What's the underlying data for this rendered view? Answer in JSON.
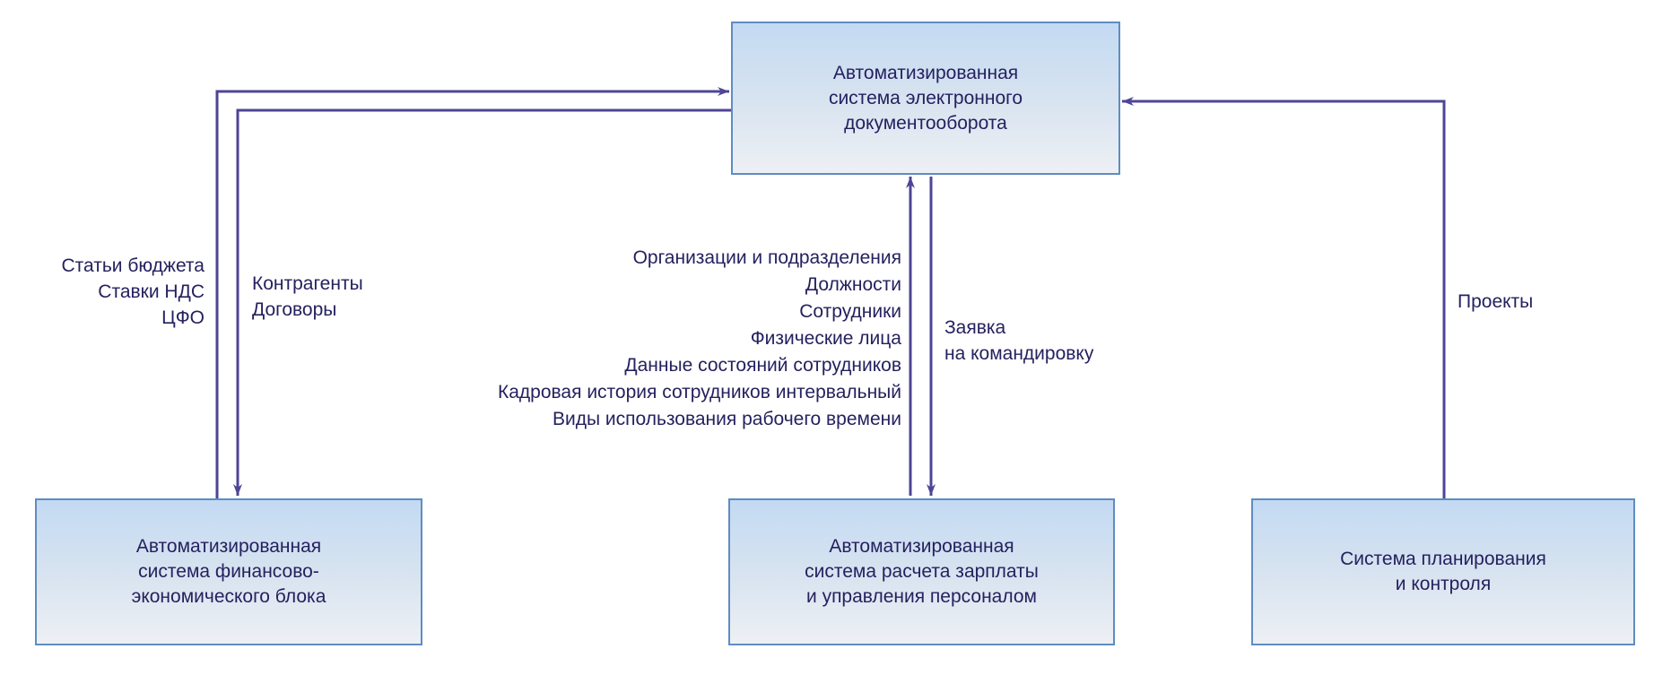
{
  "boxes": {
    "edo": {
      "label": [
        "Автоматизированная",
        "система электронного",
        "документооборота"
      ]
    },
    "finance": {
      "label": [
        "Автоматизированная",
        "система финансово-",
        "экономического блока"
      ]
    },
    "payroll": {
      "label": [
        "Автоматизированная",
        "система расчета зарплаты",
        "и управления персоналом"
      ]
    },
    "planning": {
      "label": [
        "Система планирования",
        "и контроля"
      ]
    }
  },
  "flow_labels": {
    "budget": {
      "lines": [
        "Статьи бюджета",
        "Ставки НДС",
        "ЦФО"
      ]
    },
    "counterparties": {
      "lines": [
        "Контрагенты",
        "Договоры"
      ]
    },
    "hr_data": {
      "lines": [
        "Организации и подразделения",
        "Должности",
        "Сотрудники",
        "Физические лица",
        "Данные состояний сотрудников",
        "Кадровая история сотрудников интервальный",
        "Виды использования рабочего времени"
      ]
    },
    "trip_request": {
      "lines": [
        "Заявка",
        "на командировку"
      ]
    },
    "projects": {
      "lines": [
        "Проекты"
      ]
    }
  },
  "colors": {
    "arrow": "#4e4596",
    "box_border": "#5f8cc2",
    "box_fill_top": "#c3daf3",
    "box_fill_bottom": "#edf0f4",
    "text": "#25215f",
    "background": "#ffffff"
  }
}
